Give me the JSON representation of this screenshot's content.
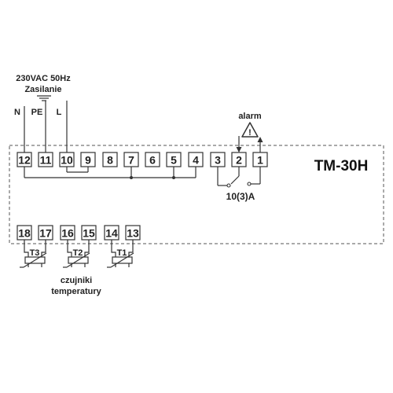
{
  "supply": {
    "line1": "230VAC 50Hz",
    "line2": "Zasilanie"
  },
  "wires": {
    "n": "N",
    "pe": "PE",
    "l": "L"
  },
  "alarm": {
    "label": "alarm",
    "symbol": "!"
  },
  "model": "TM-30H",
  "relay_rating": "10(3)A",
  "sensors": {
    "line1": "czujniki",
    "line2": "temperatury"
  },
  "top_terminals": [
    "12",
    "11",
    "10",
    "9",
    "8",
    "7",
    "6",
    "5",
    "4",
    "3",
    "2",
    "1"
  ],
  "bottom_terminals": [
    "18",
    "17",
    "16",
    "15",
    "14",
    "13"
  ],
  "probes": [
    "T3",
    "T2",
    "T1"
  ]
}
